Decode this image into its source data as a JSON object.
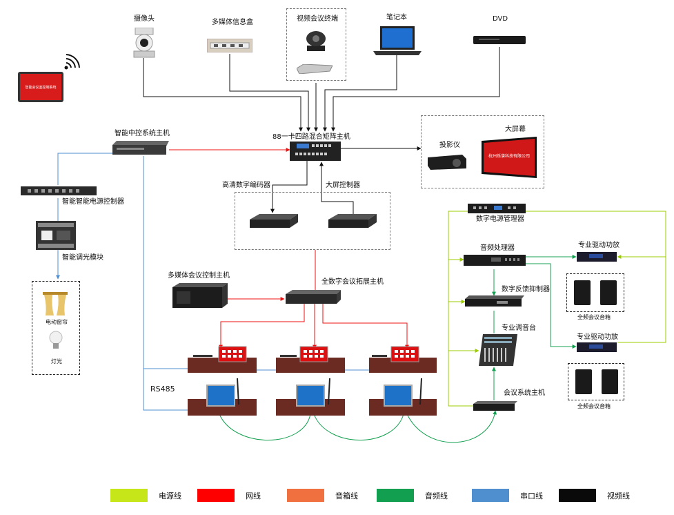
{
  "sources": {
    "camera": "摄像头",
    "media_box": "多媒体信息盒",
    "video_terminal": "视频会议终端",
    "laptop": "笔记本",
    "dvd": "DVD"
  },
  "matrix": "88一卡四路混合矩阵主机",
  "central_control": "智能中控系统主机",
  "power_controller": "智能智能电源控制器",
  "dimmer": "智能调光模块",
  "curtain": "电动窗帘",
  "light": "灯光",
  "projector": "投影仪",
  "big_screen": "大屏幕",
  "big_screen_text": "杭州烁谱科技有限公司",
  "encoder": "高清数字编码器",
  "screen_controller": "大屏控制器",
  "media_control_host": "多媒体会议控制主机",
  "expansion_host": "全数字会议拓展主机",
  "rs485": "RS485",
  "digital_power_mgr": "数字电源管理器",
  "audio_processor": "音频处理器",
  "feedback_suppressor": "数字反馈抑制器",
  "mixer": "专业调音台",
  "conference_host": "会议系统主机",
  "amp_top": "专业驱动功放",
  "amp_bottom": "专业驱动功放",
  "speakers_top": "全频会议音箱",
  "speakers_bottom": "全频会议音箱",
  "tablet_text": "智能会议室控制系统",
  "colors": {
    "power": "#b6e000",
    "network": "#ff0000",
    "speaker": "#f07040",
    "audio": "#14a050",
    "serial": "#4f8fd0",
    "video": "#111111"
  },
  "legend": [
    {
      "label": "电源线",
      "color": "#c6e61a"
    },
    {
      "label": "网线",
      "color": "#ff0000"
    },
    {
      "label": "音箱线",
      "color": "#f07040"
    },
    {
      "label": "音频线",
      "color": "#12a050"
    },
    {
      "label": "串口线",
      "color": "#4f8fd0"
    },
    {
      "label": "视频线",
      "color": "#0a0a0a"
    }
  ]
}
